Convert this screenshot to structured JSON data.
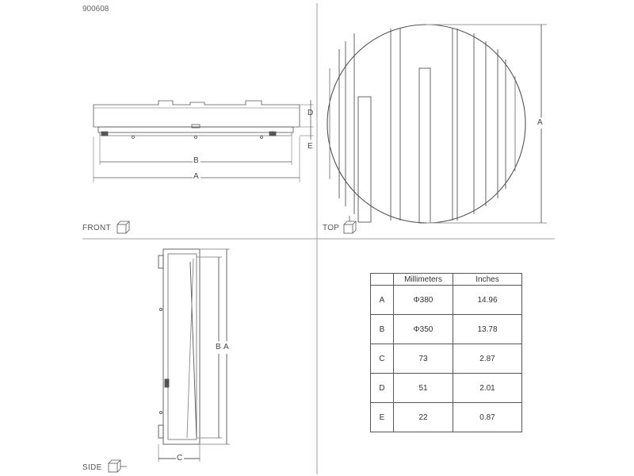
{
  "product_code": "900608",
  "views": {
    "front": "FRONT",
    "top": "TOP",
    "side": "SIDE"
  },
  "dimension_letters": {
    "A": "A",
    "B": "B",
    "C": "C",
    "D": "D",
    "E": "E"
  },
  "spec_table": {
    "headers": [
      "",
      "Millimeters",
      "Inches"
    ],
    "rows": [
      {
        "label": "A",
        "mm": "Φ380",
        "in": "14.96"
      },
      {
        "label": "B",
        "mm": "Φ350",
        "in": "13.78"
      },
      {
        "label": "C",
        "mm": "73",
        "in": "2.87"
      },
      {
        "label": "D",
        "mm": "51",
        "in": "2.01"
      },
      {
        "label": "E",
        "mm": "22",
        "in": "0.87"
      }
    ]
  }
}
